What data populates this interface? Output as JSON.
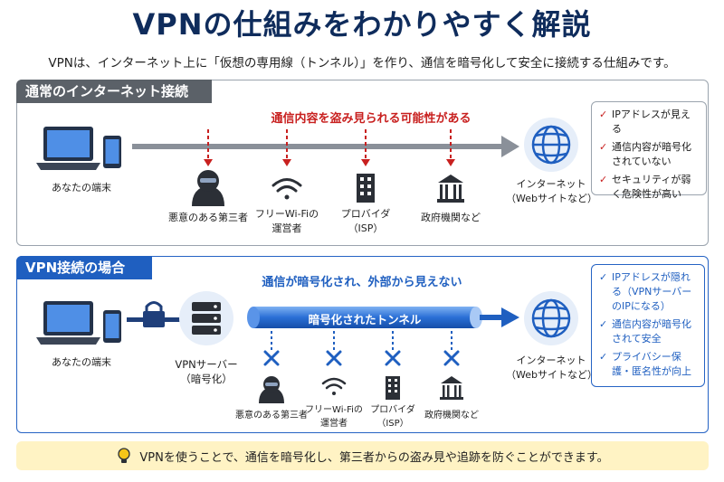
{
  "header": {
    "title": "VPNの仕組みをわかりやすく解説",
    "subtitle": "VPNは、インターネット上に「仮想の専用線（トンネル）」を作り、通信を暗号化して安全に接続する仕組みです。"
  },
  "normal": {
    "tag": "通常のインターネット接続",
    "warning": "通信内容を盗み見られる可能性がある",
    "device_label": "あなたの端末",
    "internet_label_1": "インターネット",
    "internet_label_2": "（Webサイトなど）",
    "actors": [
      {
        "line1": "悪意のある第三者",
        "line2": ""
      },
      {
        "line1": "フリーWi-Fiの",
        "line2": "運営者"
      },
      {
        "line1": "プロバイダ",
        "line2": "（ISP）"
      },
      {
        "line1": "政府機関など",
        "line2": ""
      }
    ],
    "callout": [
      {
        "text": "IPアドレスが見える"
      },
      {
        "text": "通信内容が暗号化されていない"
      },
      {
        "text": "セキュリティが弱く危険性が高い"
      }
    ]
  },
  "vpn": {
    "tag": "VPN接続の場合",
    "note": "通信が暗号化され、外部から見えない",
    "tunnel_label": "暗号化されたトンネル",
    "device_label": "あなたの端末",
    "server_label_1": "VPNサーバー",
    "server_label_2": "（暗号化）",
    "internet_label_1": "インターネット",
    "internet_label_2": "（Webサイトなど）",
    "actors": [
      {
        "line1": "悪意のある第三者",
        "line2": ""
      },
      {
        "line1": "フリーWi-Fiの",
        "line2": "運営者"
      },
      {
        "line1": "プロバイダ",
        "line2": "（ISP）"
      },
      {
        "line1": "政府機関など",
        "line2": ""
      }
    ],
    "callout": [
      {
        "text": "IPアドレスが隠れる（VPNサーバーのIPになる）"
      },
      {
        "text": "通信内容が暗号化されて安全"
      },
      {
        "text": "プライバシー保護・匿名性が向上"
      }
    ]
  },
  "footer": {
    "text": "VPNを使うことで、通信を暗号化し、第三者からの盗み見や追跡を防ぐことができます。"
  },
  "colors": {
    "navy": "#0f2c5c",
    "red": "#c8201f",
    "blue": "#1f5fc0",
    "gray": "#5b6168",
    "footer_bg": "#fff3c4"
  }
}
